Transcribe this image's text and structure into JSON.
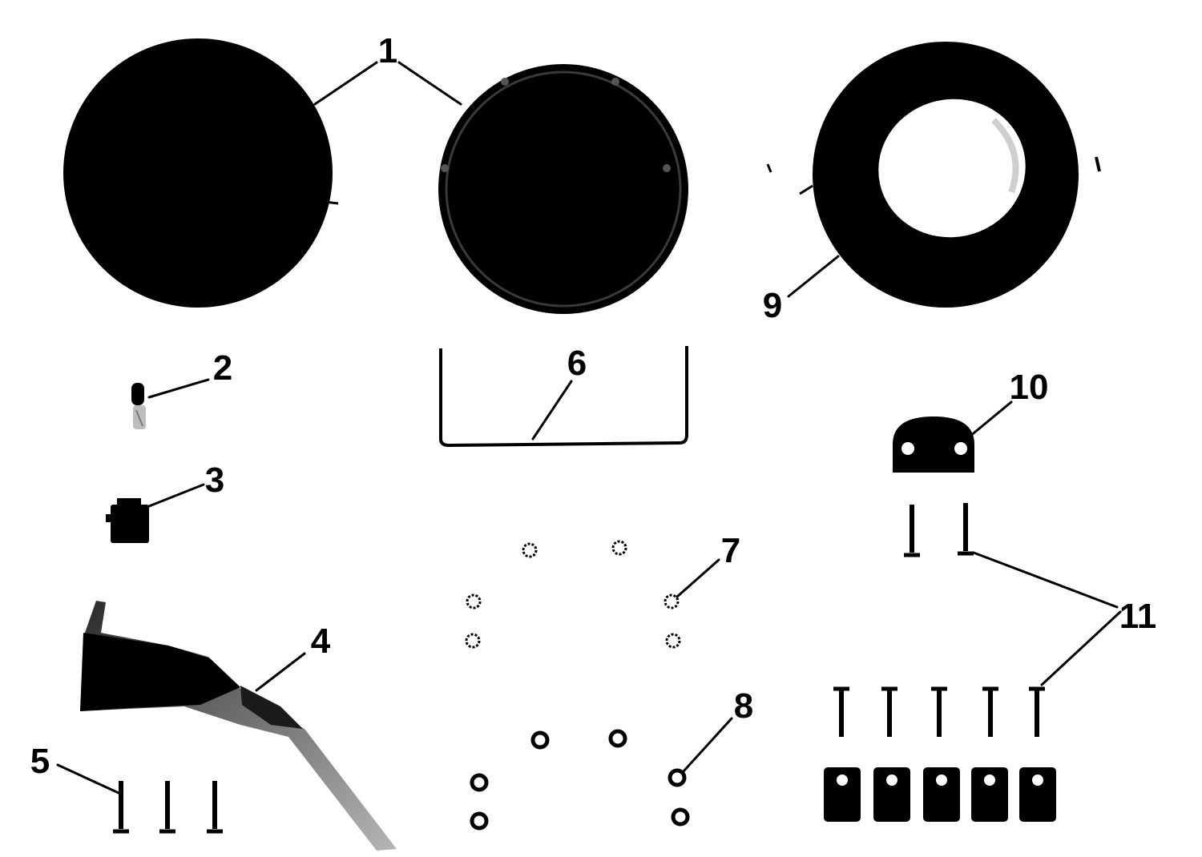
{
  "diagram": {
    "callouts": [
      {
        "id": "c1",
        "label": "1"
      },
      {
        "id": "c2",
        "label": "2"
      },
      {
        "id": "c3",
        "label": "3"
      },
      {
        "id": "c4",
        "label": "4"
      },
      {
        "id": "c5",
        "label": "5"
      },
      {
        "id": "c6",
        "label": "6"
      },
      {
        "id": "c7",
        "label": "7"
      },
      {
        "id": "c8",
        "label": "8"
      },
      {
        "id": "c9",
        "label": "9"
      },
      {
        "id": "c10",
        "label": "10"
      },
      {
        "id": "c11",
        "label": "11"
      }
    ]
  },
  "colors": {
    "ink": "#000000",
    "paper": "#ffffff",
    "bracket_shade": "#8a8a8a"
  }
}
